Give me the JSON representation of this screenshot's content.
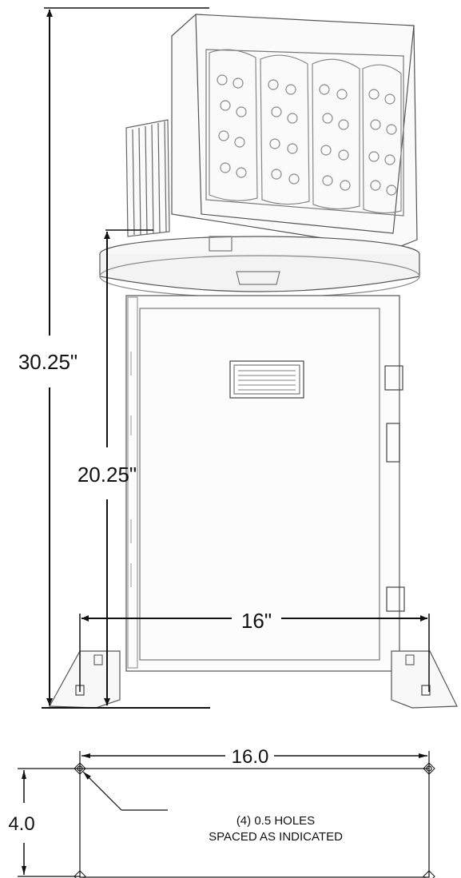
{
  "top_view": {
    "height_overall": "30.25\"",
    "height_base": "20.25\"",
    "width_holes": "16\""
  },
  "footprint": {
    "width": "16.0",
    "depth": "4.0",
    "note_line1": "(4) 0.5 HOLES",
    "note_line2": "SPACED AS INDICATED"
  }
}
